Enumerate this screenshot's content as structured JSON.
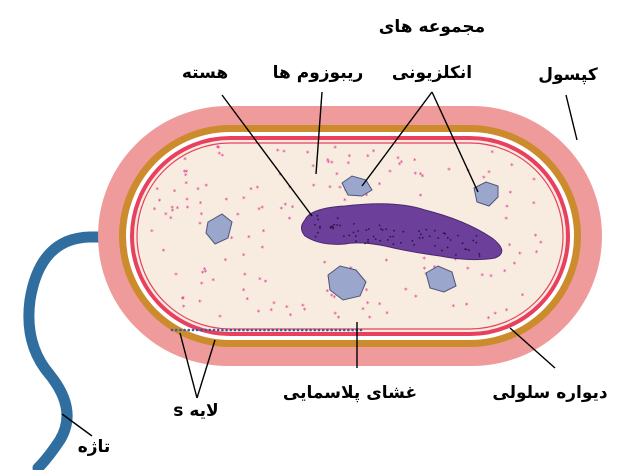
{
  "labels": {
    "inclusion_line1": "مجموعه های",
    "inclusion_line2": "انکلزیونی",
    "ribosomes": "ریبوزوم ها",
    "nucleus": "هسته",
    "capsule": "کپسول",
    "plasma_membrane": "غشای پلاسمایی",
    "cell_wall": "دیواره سلولی",
    "s_layer": "لایه s",
    "flagellum": "تاژه"
  },
  "colors": {
    "capsule": "#ef9b9b",
    "cell_wall": "#cc8b2c",
    "membrane": "#e8405f",
    "cytoplasm": "#f7ecdf",
    "nucleoid": "#6b3f9a",
    "inclusion": "#9aa6cc",
    "ribosome": "#e0298a",
    "flagellum": "#2f6e9f",
    "s_layer": "#2f5fa0"
  }
}
